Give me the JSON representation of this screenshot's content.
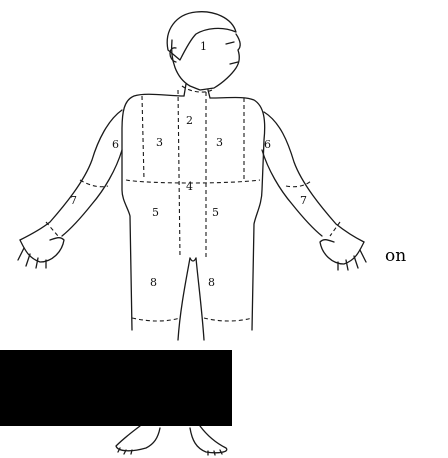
{
  "diagram": {
    "zones": [
      {
        "id": "head",
        "label": "1"
      },
      {
        "id": "chest",
        "label": "2"
      },
      {
        "id": "upper-back-left",
        "label": "3"
      },
      {
        "id": "upper-back-right",
        "label": "3"
      },
      {
        "id": "abdomen",
        "label": "4"
      },
      {
        "id": "hip-left",
        "label": "5"
      },
      {
        "id": "hip-right",
        "label": "5"
      },
      {
        "id": "upper-arm-left",
        "label": "6"
      },
      {
        "id": "upper-arm-right",
        "label": "6"
      },
      {
        "id": "forearm-left",
        "label": "7"
      },
      {
        "id": "forearm-right",
        "label": "7"
      },
      {
        "id": "thigh-left",
        "label": "8"
      },
      {
        "id": "thigh-right",
        "label": "8"
      }
    ],
    "side_text": "on"
  },
  "colors": {
    "line": "#1a1a1a",
    "background": "#ffffff",
    "redaction": "#000000"
  }
}
